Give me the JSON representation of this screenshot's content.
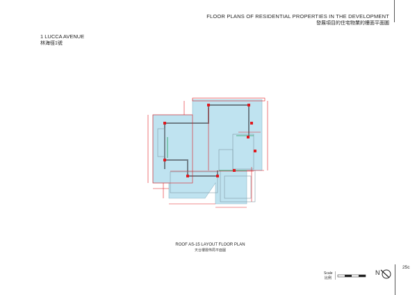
{
  "header": {
    "title_en": "FLOOR PLANS OF RESIDENTIAL PROPERTIES IN THE DEVELOPMENT",
    "title_zh": "發展項目的住宅物業的樓面平面圖"
  },
  "address": {
    "en": "1 LUCCA AVENUE",
    "zh": "林海徑1號"
  },
  "plan_caption": {
    "en": "ROOF AS-15 LAYOUT FLOOR PLAN",
    "zh": "天台樓層佈局平面圖"
  },
  "scale": {
    "label_en": "Scale",
    "label_zh": "比例"
  },
  "north_label": "N",
  "page_number": "25c",
  "colors": {
    "plan_fill": "#bfe3f0",
    "dimension_red": "#e0191e",
    "wall_gray": "#6e7d86",
    "green": "#1f9e5a"
  }
}
